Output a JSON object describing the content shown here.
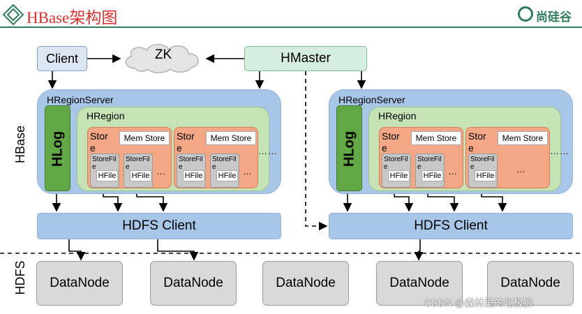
{
  "header": {
    "title": "HBase架构图",
    "logo_text": "尚硅谷",
    "accent_color": "#2e7d5b",
    "title_color": "#d9302b"
  },
  "top": {
    "client": "Client",
    "zk": "ZK",
    "hmaster": "HMaster"
  },
  "side_labels": {
    "hbase": "HBase",
    "hdfs": "HDFS"
  },
  "left_server": {
    "title": "HRegionServer",
    "hlog": "HLog",
    "hregion": "HRegion",
    "stores": [
      {
        "label": "Stor\ne",
        "memstore": "Mem Store",
        "storefiles": [
          {
            "label": "StoreFil\ne",
            "hfile": "HFile"
          },
          {
            "label": "StoreFil\ne",
            "hfile": "HFile"
          }
        ],
        "more": "…"
      },
      {
        "label": "Stor\ne",
        "memstore": "Mem Store",
        "storefiles": [
          {
            "label": "StoreFil\ne",
            "hfile": "HFile"
          },
          {
            "label": "StoreFil\ne",
            "hfile": "HFile"
          }
        ],
        "more": "…"
      }
    ],
    "more": "……"
  },
  "right_server": {
    "title": "HRegionServer",
    "hlog": "HLog",
    "hregion": "HRegion",
    "stores": [
      {
        "label": "Stor\ne",
        "memstore": "Mem Store",
        "storefiles": [
          {
            "label": "StoreFil\ne",
            "hfile": "HFile"
          },
          {
            "label": "StoreFil\ne",
            "hfile": "HFile"
          }
        ],
        "more": "…"
      },
      {
        "label": "Stor\ne",
        "memstore": "Mem Store",
        "storefiles": [
          {
            "label": "StoreFil\ne",
            "hfile": "HFile"
          }
        ],
        "more": "…"
      }
    ],
    "more": "……"
  },
  "hdfs_clients": [
    "HDFS Client",
    "HDFS Client"
  ],
  "datanodes": [
    "DataNode",
    "DataNode",
    "DataNode",
    "DataNode",
    "DataNode"
  ],
  "watermark": "CSDN @森林里的北极狼"
}
